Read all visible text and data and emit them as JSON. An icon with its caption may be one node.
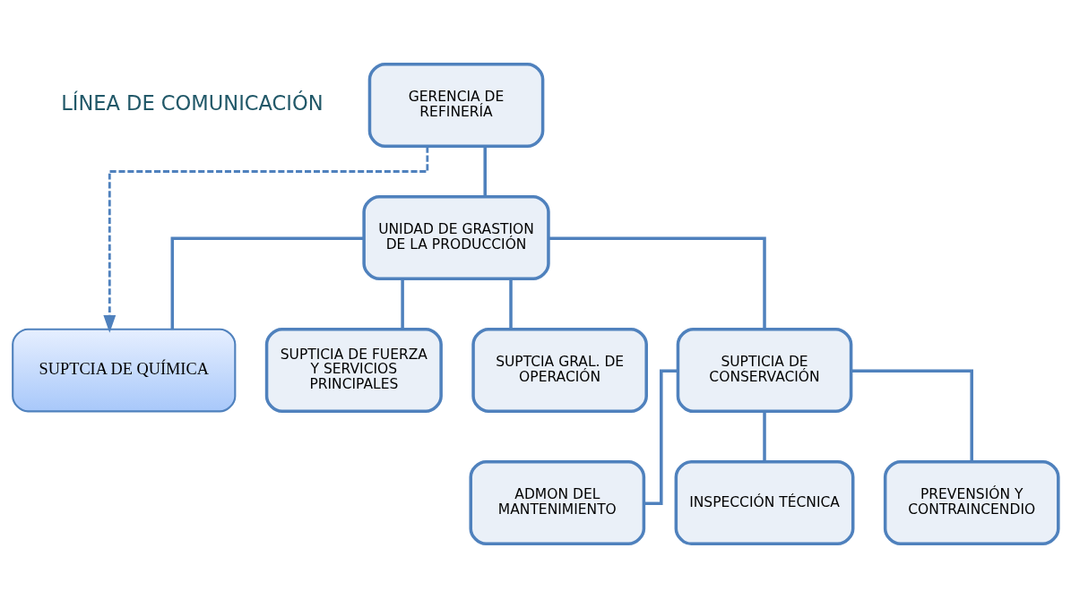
{
  "diagram": {
    "nodes": [
      {
        "text": [
          "GERENCIA DE REFINERÍA"
        ]
      },
      {
        "text": [
          "UNIDAD DE GRASTION DE LA PRODUCCIÓN"
        ]
      },
      {
        "text": [
          "SUPTCIA DE QUÍMICA"
        ]
      },
      {
        "text": [
          "SUPTICIA DE FUERZA Y SERVICIOS PRINCIPALES"
        ]
      },
      {
        "text": [
          "SUPTCIA GRAL. DE OPERACIÓN"
        ]
      },
      {
        "text": [
          "SUPTICIA DE CONSERVACIÓN"
        ]
      },
      {
        "text": [
          "ADMON DEL MANTENIMIENTO"
        ]
      },
      {
        "text": [
          "INSPECCIÓN TÉCNICA"
        ]
      },
      {
        "text": [
          "PREVENSIÓN Y CONTRAINCENDIO"
        ]
      }
    ],
    "edges": [
      {
        "from": 0,
        "to": 1,
        "arrow": "none"
      },
      {
        "from": 1,
        "to": 2,
        "arrow": "none"
      },
      {
        "from": 1,
        "to": 3,
        "arrow": "none"
      },
      {
        "from": 1,
        "to": 4,
        "arrow": "none"
      },
      {
        "from": 1,
        "to": 5,
        "arrow": "none"
      },
      {
        "from": 5,
        "to": 6,
        "arrow": "none"
      },
      {
        "from": 5,
        "to": 7,
        "arrow": "none"
      },
      {
        "from": 5,
        "to": 8,
        "arrow": "none"
      },
      {
        "from": 0,
        "to": 2,
        "arrow": "to",
        "style": "dashed"
      }
    ],
    "labels": [
      "LÍNEA DE COMUNICACIÓN"
    ]
  }
}
